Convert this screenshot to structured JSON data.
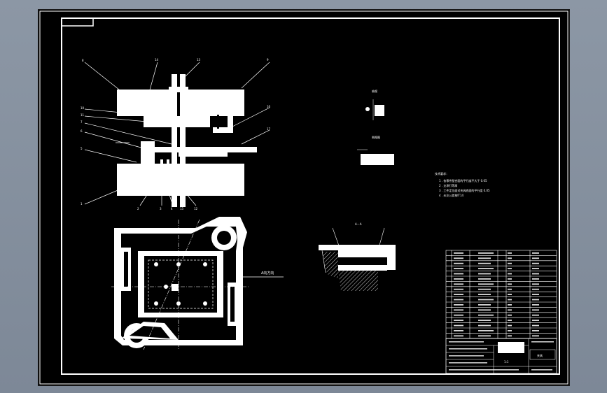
{
  "drawing": {
    "view_labels": [
      "俯视",
      "侧视图",
      "A－A"
    ],
    "tech_notes_title": "技术要求：",
    "tech_notes": [
      "1 . 各零件配合面的平行度不大于 0.05",
      "2 . 支承钉等高",
      "3 . 工件定位面对夹具底面的平行度 0.05",
      "4 . 未注公差按IT14"
    ],
    "side_note": "A向方向",
    "section_label": "A－A",
    "title_block": {
      "main_label": "夹具",
      "scale": "1:1"
    },
    "colors": {
      "paper": "#000000",
      "lines": "#ffffff",
      "frame_bg": "#8a95a3"
    }
  }
}
